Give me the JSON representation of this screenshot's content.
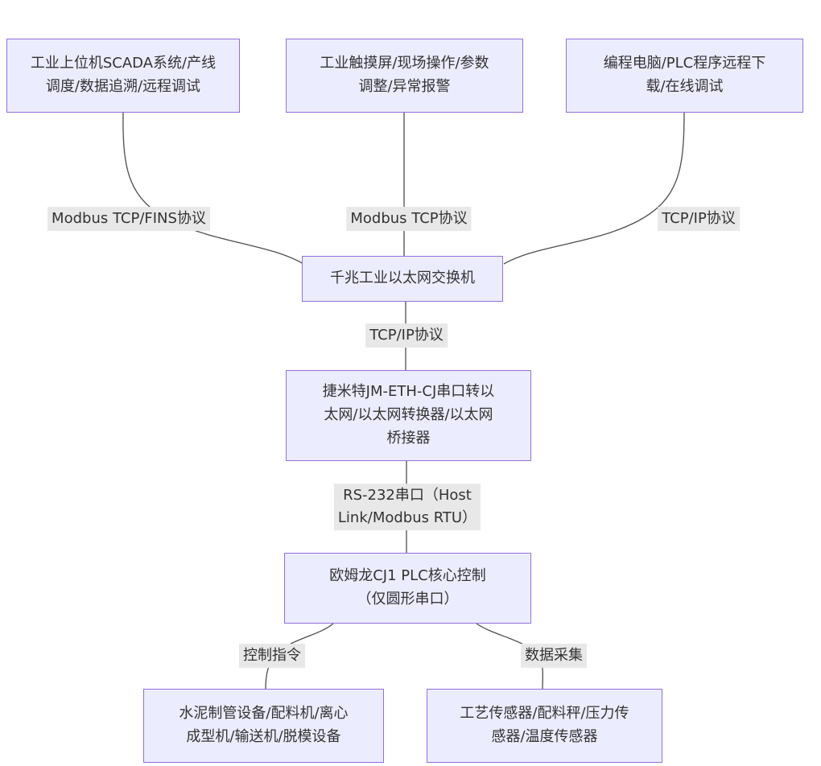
{
  "diagram": {
    "title": "",
    "type": "flowchart-top-down",
    "colors": {
      "node_fill": "#ECECFF",
      "node_border": "#9370DB",
      "edge_line": "#4d4d4d",
      "edge_label_bg": "#e8e8e8",
      "text": "#333333",
      "background": "#ffffff"
    },
    "nodes": [
      {
        "id": "scada-host",
        "label": "工业上位机SCADA系统/产线\n调度/数据追溯/远程调试"
      },
      {
        "id": "hmi-touchscreen",
        "label": "工业触摸屏/现场操作/参数\n调整/异常报警"
      },
      {
        "id": "programming-pc",
        "label": "编程电脑/PLC程序远程下\n载/在线调试"
      },
      {
        "id": "ethernet-switch",
        "label": "千兆工业以太网交换机"
      },
      {
        "id": "serial-converter",
        "label": "捷米特JM-ETH-CJ串口转以\n太网/以太网转换器/以太网\n桥接器"
      },
      {
        "id": "omron-plc",
        "label": "欧姆龙CJ1 PLC核心控制\n（仅圆形串口）"
      },
      {
        "id": "pipe-equipment",
        "label": "水泥制管设备/配料机/离心\n成型机/输送机/脱模设备"
      },
      {
        "id": "process-sensors",
        "label": "工艺传感器/配料秤/压力传\n感器/温度传感器"
      }
    ],
    "edges": [
      {
        "from": "scada-host",
        "to": "ethernet-switch",
        "label": "Modbus TCP/FINS协议"
      },
      {
        "from": "hmi-touchscreen",
        "to": "ethernet-switch",
        "label": "Modbus TCP协议"
      },
      {
        "from": "programming-pc",
        "to": "ethernet-switch",
        "label": "TCP/IP协议"
      },
      {
        "from": "ethernet-switch",
        "to": "serial-converter",
        "label": "TCP/IP协议"
      },
      {
        "from": "serial-converter",
        "to": "omron-plc",
        "label": "RS-232串口（Host\nLink/Modbus RTU）"
      },
      {
        "from": "omron-plc",
        "to": "pipe-equipment",
        "label": "控制指令"
      },
      {
        "from": "omron-plc",
        "to": "process-sensors",
        "label": "数据采集"
      }
    ]
  }
}
